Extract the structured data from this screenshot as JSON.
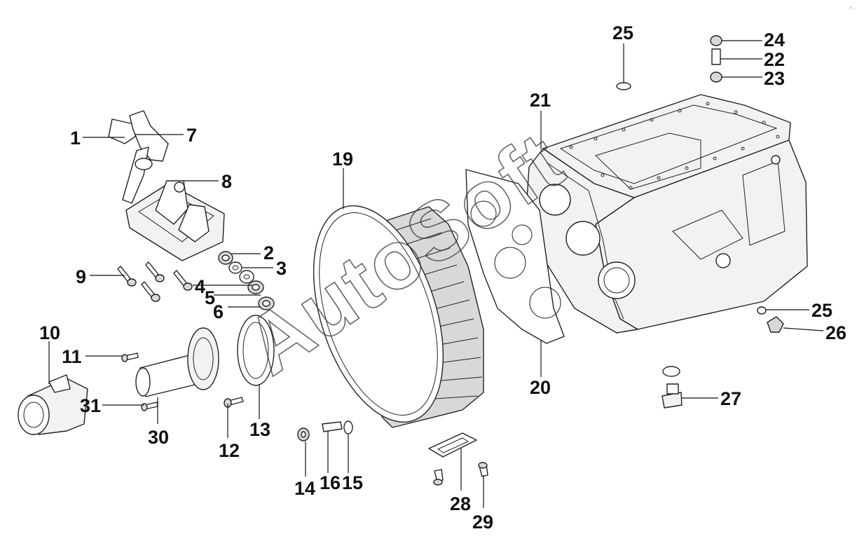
{
  "diagram": {
    "watermark": "AutoSoft",
    "corner_mark": "·°···",
    "callouts": [
      {
        "id": "c1",
        "label": "1"
      },
      {
        "id": "c7",
        "label": "7"
      },
      {
        "id": "c8",
        "label": "8"
      },
      {
        "id": "c2",
        "label": "2"
      },
      {
        "id": "c3",
        "label": "3"
      },
      {
        "id": "c4",
        "label": "4"
      },
      {
        "id": "c5",
        "label": "5"
      },
      {
        "id": "c6",
        "label": "6"
      },
      {
        "id": "c9",
        "label": "9"
      },
      {
        "id": "c10",
        "label": "10"
      },
      {
        "id": "c11",
        "label": "11"
      },
      {
        "id": "c31",
        "label": "31"
      },
      {
        "id": "c30",
        "label": "30"
      },
      {
        "id": "c12",
        "label": "12"
      },
      {
        "id": "c13",
        "label": "13"
      },
      {
        "id": "c14",
        "label": "14"
      },
      {
        "id": "c16",
        "label": "16"
      },
      {
        "id": "c15",
        "label": "15"
      },
      {
        "id": "c19",
        "label": "19"
      },
      {
        "id": "c20",
        "label": "20"
      },
      {
        "id": "c21",
        "label": "21"
      },
      {
        "id": "c25a",
        "label": "25"
      },
      {
        "id": "c24",
        "label": "24"
      },
      {
        "id": "c22",
        "label": "22"
      },
      {
        "id": "c23",
        "label": "23"
      },
      {
        "id": "c25b",
        "label": "25"
      },
      {
        "id": "c26",
        "label": "26"
      },
      {
        "id": "c27",
        "label": "27"
      },
      {
        "id": "c28",
        "label": "28"
      },
      {
        "id": "c29",
        "label": "29"
      }
    ]
  }
}
